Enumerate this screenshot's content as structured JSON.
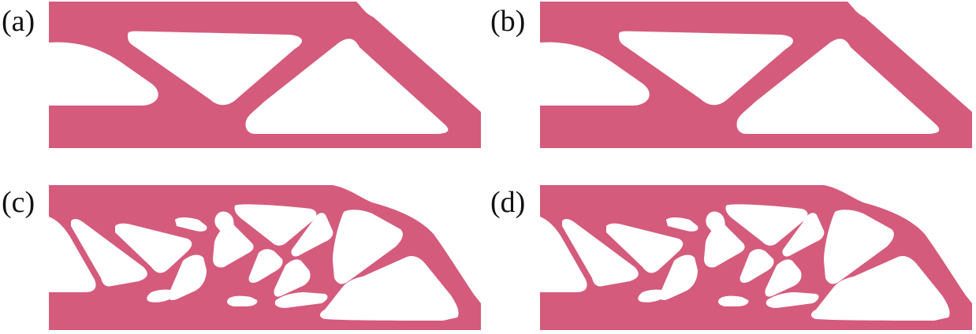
{
  "panels": [
    {
      "label": "(a)"
    },
    {
      "label": "(b)"
    },
    {
      "label": "(c)"
    },
    {
      "label": "(d)"
    }
  ],
  "colors": {
    "material": "#d45b7c",
    "void": "#ffffff"
  }
}
